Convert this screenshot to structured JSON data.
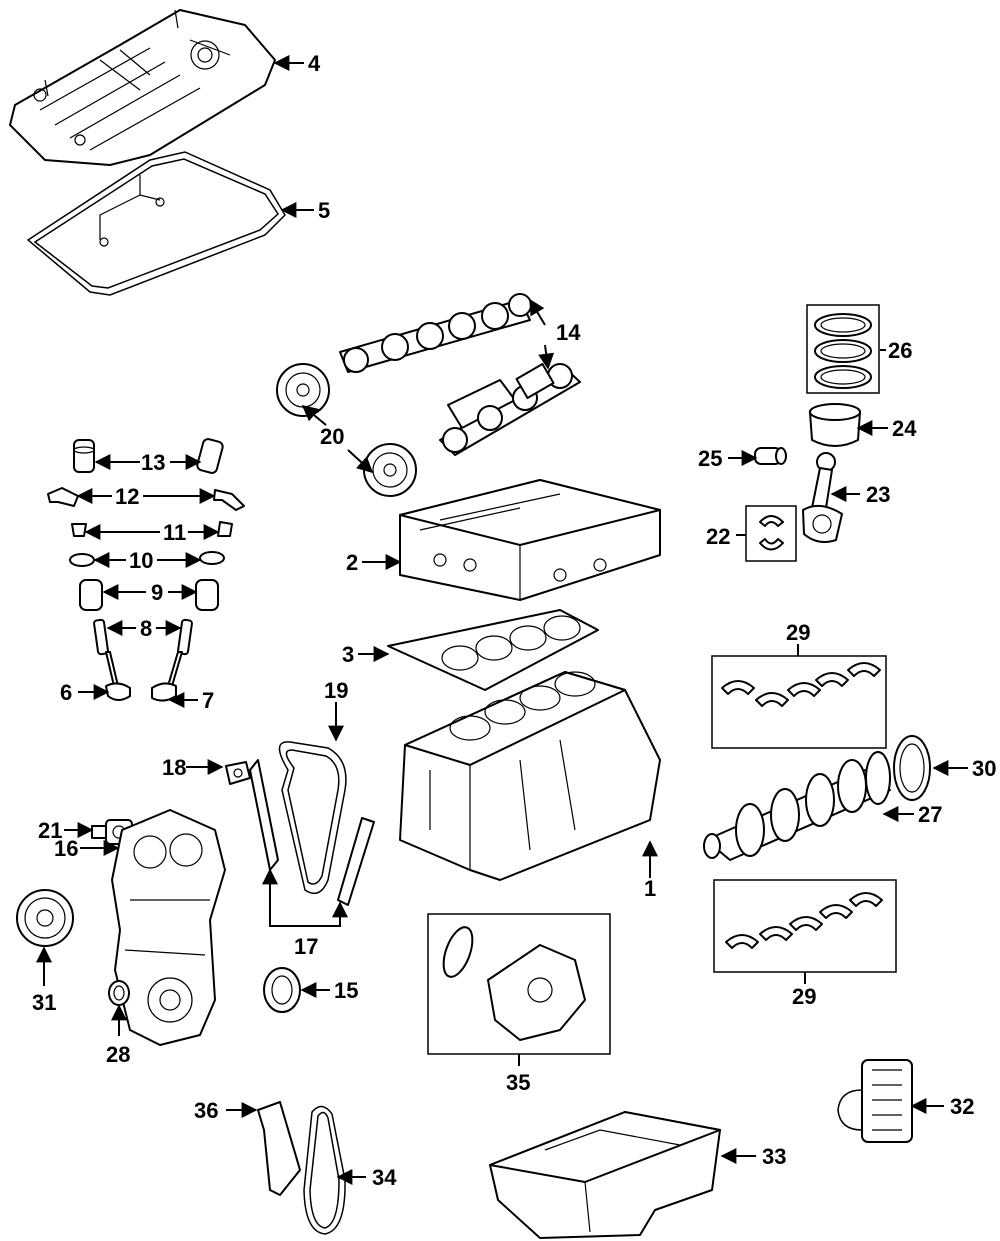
{
  "callouts": [
    "4",
    "5",
    "14",
    "26",
    "20",
    "13",
    "24",
    "25",
    "23",
    "12",
    "11",
    "22",
    "2",
    "10",
    "9",
    "8",
    "3",
    "29",
    "6",
    "7",
    "19",
    "18",
    "30",
    "21",
    "27",
    "16",
    "1",
    "17",
    "31",
    "15",
    "28",
    "35",
    "29",
    "36",
    "34",
    "32",
    "33"
  ]
}
